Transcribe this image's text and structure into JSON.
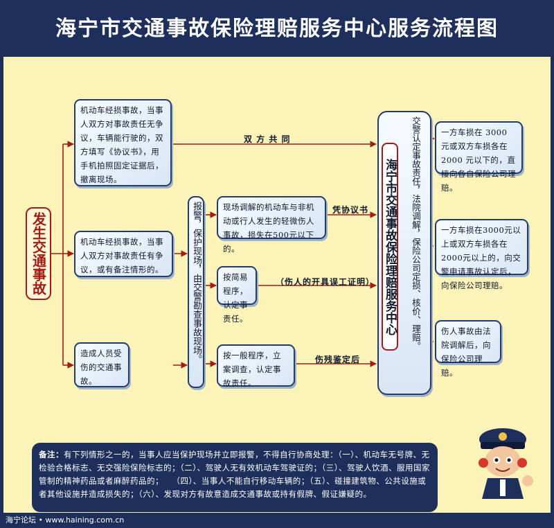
{
  "title": "海宁市交通事故保险理赔服务中心服务流程图",
  "start_node": "发生交通事故",
  "case_nodes": [
    "机动车经损事故，当事人双方对事故责任无争议，车辆能行驶的，双方填写《协议书》，用手机拍照固定证据后，撤离现场。",
    "机动车经损事故，当事人双方对事故责任有争议，或有备注情形的。",
    "造成人员受伤的交通事故。"
  ],
  "police_node": "报警，保护现场，由交警勘查事故现场。",
  "procedure_nodes": [
    "现场调解的机动车与非机动或行人发生的轻微伤人事故，损失在500元以下的。",
    "按简易程序，认定事责任。",
    "按一般程序，立案调查，认定事故责任。"
  ],
  "edge_labels": {
    "mutual": "双 方 共 同",
    "agreement": "凭协议书",
    "injury_proof": "（伤人的开具误工证明）",
    "disability": "伤残鉴定后"
  },
  "center": {
    "name": "海宁市交通事故保险理赔服务中心",
    "description": "交警认定事故责任，法院调解，保险公司定损、核价、理赔。"
  },
  "outcomes": [
    "一方车损在 3000 元或双方车损各在 2000 元以下的，直接向各自保险公司理赔。",
    "一方车损在3000元以上或双方车损各在2000元以上的，向交警申请事故认定后，向保险公司理赔。",
    "伤人事故由法院调解后，向保险公司理赔。"
  ],
  "note": {
    "label": "备注：",
    "text": "有下列情形之一的，当事人应当保护现场并立即报警，不得自行协商处理：（一）、机动车无号牌、无检验合格标志、无交强险保险标志的；（二）、驾驶人无有效机动车驾驶证的；（三）、驾驶人饮酒、服用国家管制的精神药品或者麻醉药品的；　　（四）、当事人不能自行移动车辆的；（五）、碰撞建筑物、公共设施或者其他设施并造成损失的；（六）、发现对方有故意造成交通事故或持有假牌、假证嫌疑的。"
  },
  "footer": "海宁论坛 • www.haining.com.cn",
  "colors": {
    "navy": "#1d2f5a",
    "cream": "#fbf3b8",
    "red": "#a31b16",
    "box_border": "#233a70"
  }
}
